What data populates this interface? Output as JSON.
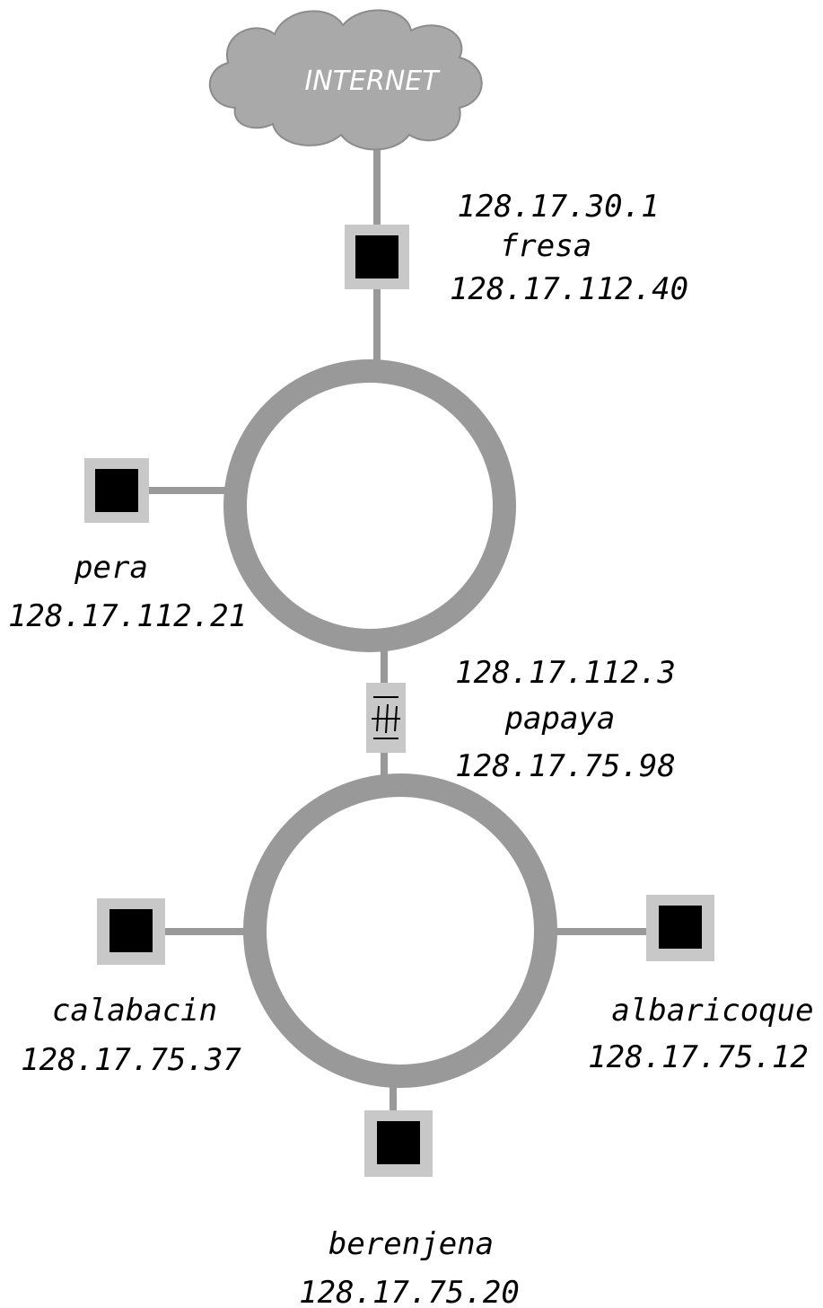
{
  "colors": {
    "background": "#ffffff",
    "link": "#999999",
    "ring": "#999999",
    "node_frame": "#c8c8c8",
    "node_core": "#000000",
    "cloud_fill": "#a9a9a9",
    "cloud_label": "#ffffff",
    "text": "#000000"
  },
  "cloud": {
    "label": "INTERNET"
  },
  "nodes": {
    "fresa": {
      "name": "fresa",
      "ip_top": "128.17.30.1",
      "ip_bottom": "128.17.112.40",
      "icon": "host-square"
    },
    "pera": {
      "name": "pera",
      "ip": "128.17.112.21",
      "icon": "host-square"
    },
    "papaya": {
      "name": "papaya",
      "ip_top": "128.17.112.3",
      "ip_bottom": "128.17.75.98",
      "icon": "router-gateway"
    },
    "calabacin": {
      "name": "calabacin",
      "ip": "128.17.75.37",
      "icon": "host-square"
    },
    "albaricoque": {
      "name": "albaricoque",
      "ip": "128.17.75.12",
      "icon": "host-square"
    },
    "berenjena": {
      "name": "berenjena",
      "ip": "128.17.75.20",
      "icon": "host-square"
    }
  }
}
